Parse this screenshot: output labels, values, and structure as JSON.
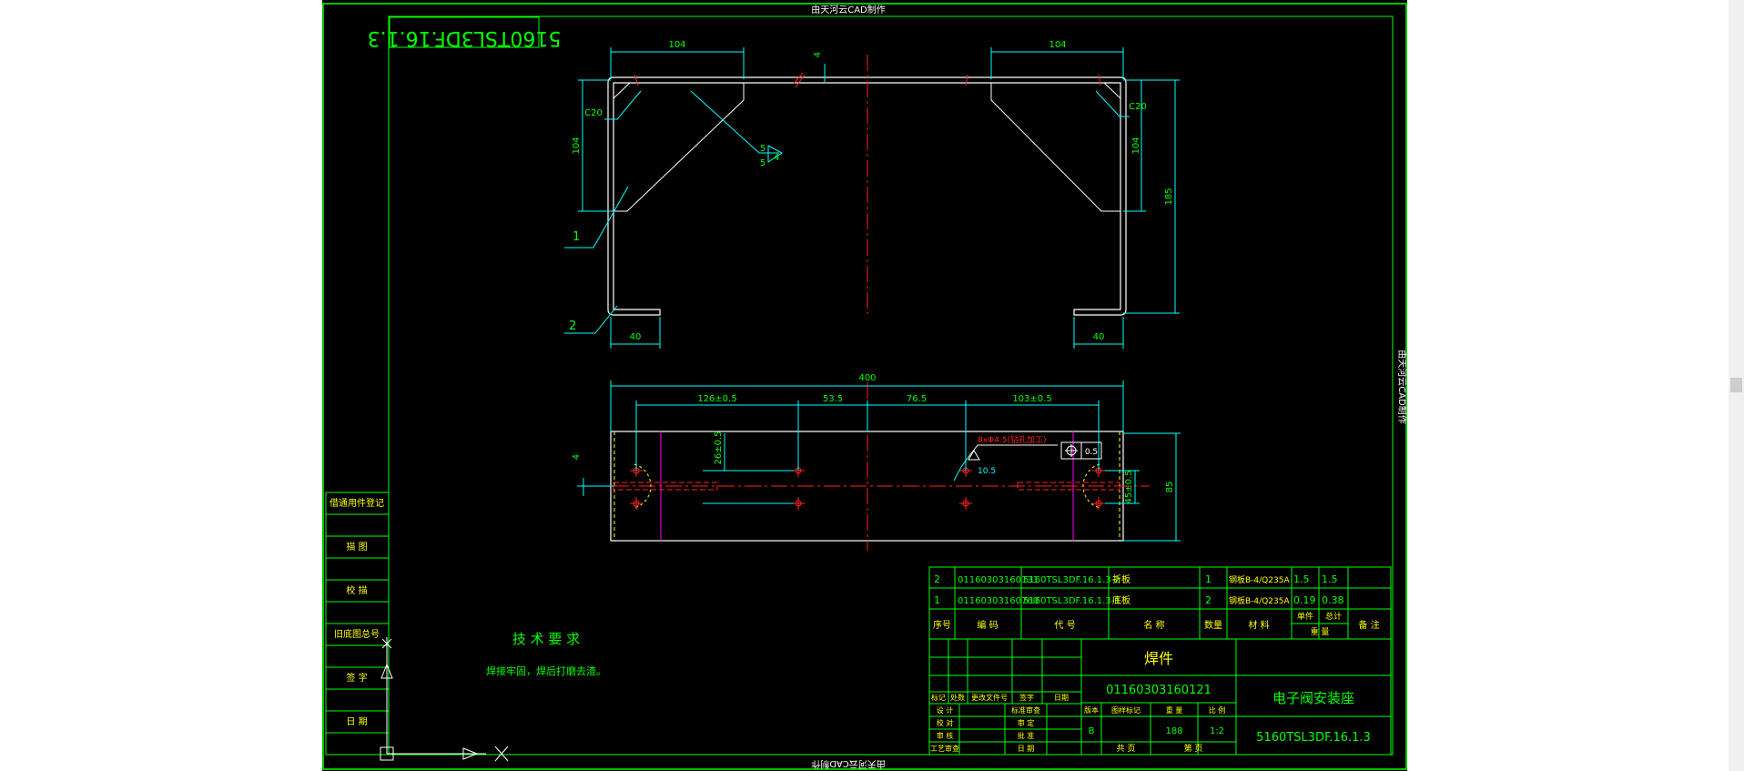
{
  "viewer": {
    "watermark": "由天河云CAD制作",
    "flipped_code": "5160TSL3DF.16.1.3"
  },
  "dims": {
    "top_left_104": "104",
    "top_right_104": "104",
    "small_4": "4",
    "left_104": "104",
    "right_104": "104",
    "right_185": "185",
    "c20_left": "C20",
    "c20_right": "C20",
    "bottom_left_40": "40",
    "bottom_right_40": "40",
    "total_400": "400",
    "seg_126": "126±0.5",
    "seg_53": "53.5",
    "seg_76": "76.5",
    "seg_103": "103±0.5",
    "hole_26": "26±0.5",
    "hole_4": "4",
    "hole_85": "85",
    "hole_45": "45±0.5",
    "hole_spec": "8xΦ4.5(钻孔加工)",
    "position_tol": "0.5",
    "weld_5a": "5",
    "weld_5b": "5",
    "weld_4": "4",
    "r_105": "10.5"
  },
  "balloons": {
    "b1": "1",
    "b2": "2"
  },
  "left_table": [
    "借通用件登记",
    "描 图",
    "校 描",
    "旧底图总号",
    "签 字",
    "日 期"
  ],
  "tech": {
    "title": "技 术 要 求",
    "line1": "焊接牢固，焊后打磨去渣。"
  },
  "bom": {
    "rows": [
      [
        "2",
        "01160303160131",
        "5160TSL3DF.16.1.3-2",
        "折板",
        "1",
        "钢板B-4/Q235A",
        "1.5",
        "1.5"
      ],
      [
        "1",
        "01160303160760",
        "5160TSL3DF.16.1.3-1",
        "底板",
        "2",
        "钢板B-4/Q235A",
        "0.19",
        "0.38"
      ]
    ],
    "headers": [
      "序号",
      "编 码",
      "代 号",
      "名 称",
      "数量",
      "材 料",
      "单件",
      "总计",
      "备 注"
    ],
    "weight_label": "重 量"
  },
  "title_block": {
    "part_type": "焊件",
    "drawing_no": "01160303160121",
    "part_name": "电子阀安装座",
    "code": "5160TSL3DF.16.1.3",
    "rev_headers": [
      "标记",
      "处数",
      "更改文件号",
      "签字",
      "日期"
    ],
    "sign_labels": [
      "设 计",
      "校 对",
      "审 核",
      "工艺审查"
    ],
    "approval_labels": [
      "标准审查",
      "审 定",
      "批 准",
      "日 期"
    ],
    "info_headers": [
      "版本",
      "图样标记",
      "重 量",
      "比 例"
    ],
    "version": "B",
    "weight": "188",
    "scale": "1:2",
    "sheets_total": "共 页",
    "sheet_no": "第 页"
  },
  "colors": {
    "frame": "#00ff00",
    "outline": "#ffffff",
    "dimension": "#00ffff",
    "center": "#ff2020",
    "magenta": "#ff00ff",
    "text_yellow": "#ffff00",
    "text_green": "#00ff00"
  }
}
